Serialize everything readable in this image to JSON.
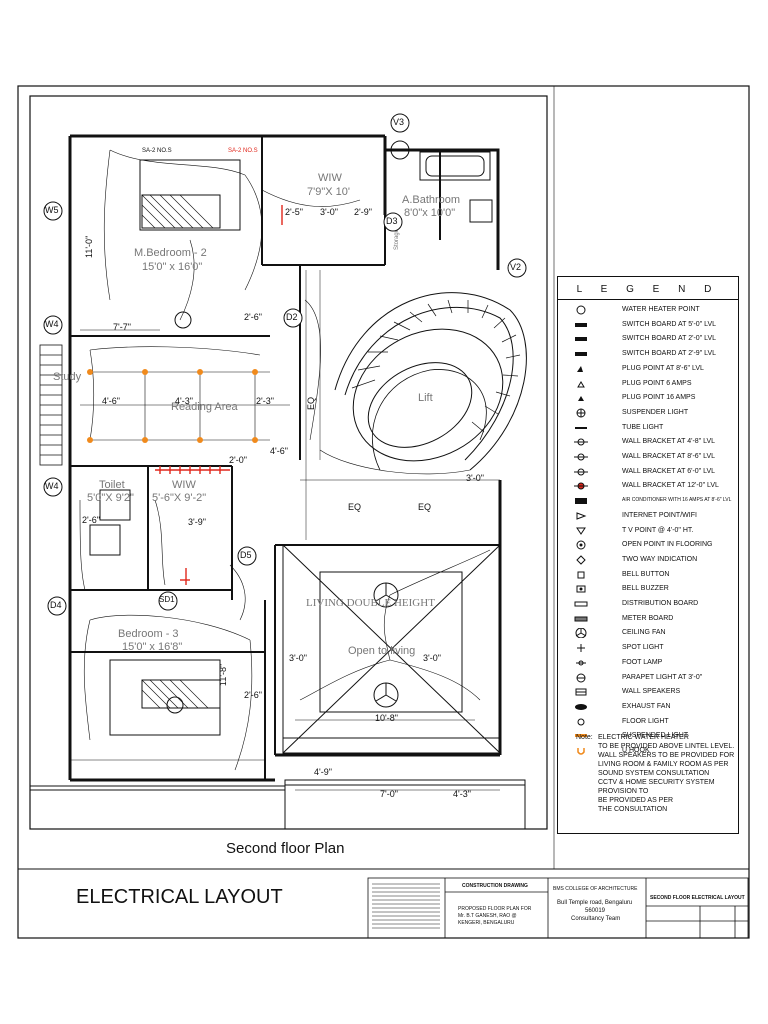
{
  "sheet": {
    "title": "ELECTRICAL LAYOUT",
    "plan_caption": "Second floor Plan"
  },
  "plan": {
    "rooms": {
      "master_bedroom": "M.Bedroom - 2",
      "master_bedroom_size": "15'0\" x 16'0\"",
      "wiw_top": "WIW",
      "wiw_top_size": "7'9\"X 10'",
      "attached_bathroom": "A.Bathroom",
      "attached_bathroom_size": "8'0\"x 10'0\"",
      "reading_area": "Reading Area",
      "study": "Study",
      "lift": "Lift",
      "toilet": "Toilet",
      "toilet_size": "5'0\"X 9'2\"",
      "wiw_mid": "WIW",
      "wiw_mid_size": "5'-6\"X 9'-2\"",
      "bedroom3": "Bedroom - 3",
      "bedroom3_size": "15'0\" x 16'8\"",
      "living_double_height": "LIVING DOUBLE HEIGHT",
      "open_to_living": "Open to living",
      "storage": "Storage"
    },
    "tags": {
      "w5": "W5",
      "w4a": "W4",
      "w4b": "W4",
      "v3": "V3",
      "v2": "V2",
      "d2": "D2",
      "d3": "D3",
      "d4": "D4",
      "d5": "D5",
      "sd1": "SD1"
    },
    "dims": {
      "d1": "7'-7\"",
      "d2": "2'-6\"",
      "d3": "2'-5\"",
      "d4": "3'-0\"",
      "d5": "2'-9\"",
      "d6": "4'-6\"",
      "d7": "4'-3\"",
      "d8": "2'-3\"",
      "d9": "2'-0\"",
      "d10": "4'-6\"",
      "d11": "3'-0\"",
      "d12": "3'-9\"",
      "d13": "2'-6\"",
      "d14": "3'-0\"",
      "d15": "10'-8\"",
      "d16": "2'-6\"",
      "d17": "4'-9\"",
      "d18": "7'-0\"",
      "d19": "4'-3\"",
      "d20": "11'-8\"",
      "d21": "11'-0\"",
      "d22": "EQ",
      "d23": "EQ",
      "d24": "3'-0\"",
      "d25": "EQ"
    }
  },
  "legend": {
    "title": "L E G E N D",
    "items": [
      {
        "label": "WATER HEATER POINT",
        "icon": "water-heater-icon"
      },
      {
        "label": "SWITCH BOARD AT 5'-0\" LVL",
        "icon": "switch-board-icon"
      },
      {
        "label": "SWITCH BOARD AT 2'-0\" LVL",
        "icon": "switch-board-icon"
      },
      {
        "label": "SWITCH BOARD AT 2'-9\" LVL",
        "icon": "switch-board-icon"
      },
      {
        "label": "PLUG POINT AT 8'-6\" LVL",
        "icon": "plug-point-icon"
      },
      {
        "label": "PLUG POINT 6 AMPS",
        "icon": "plug-6a-icon"
      },
      {
        "label": "PLUG POINT 16 AMPS",
        "icon": "plug-16a-icon"
      },
      {
        "label": "SUSPENDER LIGHT",
        "icon": "suspender-light-icon"
      },
      {
        "label": "TUBE LIGHT",
        "icon": "tube-light-icon"
      },
      {
        "label": "WALL BRACKET AT 4'-8\" LVL",
        "icon": "wall-bracket-icon"
      },
      {
        "label": "WALL BRACKET AT 8'-6\" LVL",
        "icon": "wall-bracket-icon"
      },
      {
        "label": "WALL BRACKET AT 6'-0\" LVL",
        "icon": "wall-bracket-icon"
      },
      {
        "label": "WALL BRACKET AT 12'-0\" LVL",
        "icon": "wall-bracket-red-icon"
      },
      {
        "label": "AIR CONDITIONER WITH 16 AMPS AT 8'-6\" LVL",
        "icon": "air-conditioner-icon"
      },
      {
        "label": "INTERNET POINT/WIFI",
        "icon": "internet-point-icon"
      },
      {
        "label": "T V POINT @ 4'-0\" HT.",
        "icon": "tv-point-icon"
      },
      {
        "label": "OPEN POINT IN FLOORING",
        "icon": "open-point-icon"
      },
      {
        "label": "TWO WAY INDICATION",
        "icon": "two-way-icon"
      },
      {
        "label": "BELL BUTTON",
        "icon": "bell-button-icon"
      },
      {
        "label": "BELL BUZZER",
        "icon": "bell-buzzer-icon"
      },
      {
        "label": "DISTRIBUTION BOARD",
        "icon": "distribution-board-icon"
      },
      {
        "label": "METER BOARD",
        "icon": "meter-board-icon"
      },
      {
        "label": "CEILING FAN",
        "icon": "ceiling-fan-icon"
      },
      {
        "label": "SPOT LIGHT",
        "icon": "spot-light-icon"
      },
      {
        "label": "FOOT LAMP",
        "icon": "foot-lamp-icon"
      },
      {
        "label": "PARAPET LIGHT AT 3'-0\"",
        "icon": "parapet-light-icon"
      },
      {
        "label": "WALL SPEAKERS",
        "icon": "wall-speaker-icon"
      },
      {
        "label": "EXHAUST FAN",
        "icon": "exhaust-fan-icon"
      },
      {
        "label": "FLOOR LIGHT",
        "icon": "floor-light-icon"
      },
      {
        "label": "SUSPENDED LIGHT",
        "icon": "suspended-light-icon"
      },
      {
        "label": "U HOOK",
        "icon": "u-hook-icon"
      }
    ],
    "notes_label": "Note:",
    "notes": [
      "ELECTRIC WATER HEATER",
      "TO BE PROVIDED ABOVE LINTEL LEVEL.",
      "WALL SPEAKERS TO BE PROVIDED FOR",
      "LIVING ROOM & FAMILY ROOM AS PER",
      "SOUND SYSTEM CONSULTATION",
      "CCTV & HOME SECURITY SYSTEM",
      "PROVISION TO",
      "BE PROVIDED AS PER",
      "THE CONSULTATION"
    ]
  },
  "title_block": {
    "construction_drawing": "CONSTRUCTION DRAWING",
    "proposal_line1": "PROPOSED FLOOR PLAN FOR",
    "proposal_line2": "Mr. B.T GANESH, RAO @",
    "proposal_line3": "KENGERI, BENGALURU",
    "college": "BMS COLLEGE OF ARCHITECTURE",
    "address1": "Bull Temple road, Bengaluru",
    "address2": "560019",
    "address3": "Consultancy Team",
    "sheet_name": "SECOND FLOOR ELECTRICAL LAYOUT"
  },
  "colors": {
    "line": "#111111",
    "red": "#e0261b",
    "orange": "#f08a1c",
    "grey_text": "#777777"
  }
}
